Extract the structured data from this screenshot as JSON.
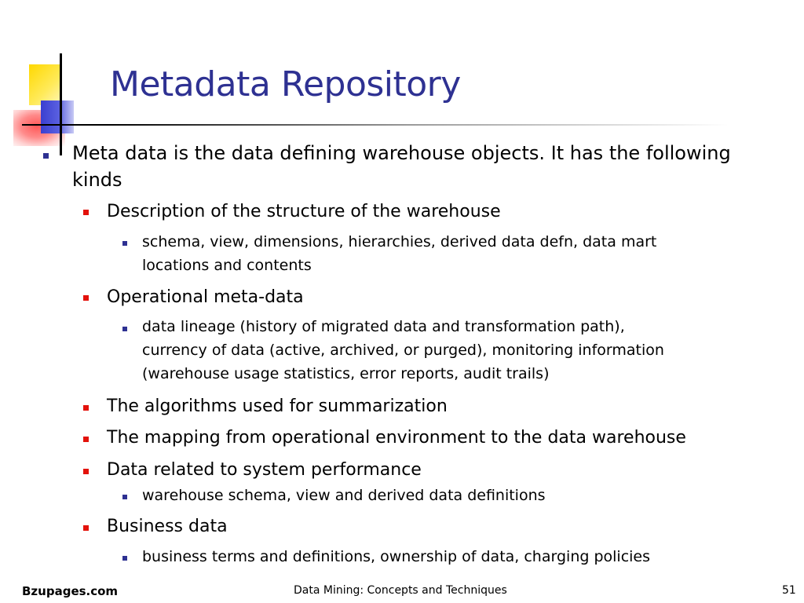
{
  "slide": {
    "title": "Metadata Repository",
    "bullets": {
      "b1": {
        "line1": "Meta data is the data defining warehouse objects.  It has the following",
        "line2": "kinds"
      },
      "s1": {
        "text": "Description of the structure of the warehouse",
        "sub": {
          "line1": "schema, view, dimensions, hierarchies, derived data defn, data mart",
          "line2": "locations and contents"
        }
      },
      "s2": {
        "text": "Operational meta-data",
        "sub": {
          "line1": "data lineage (history of migrated data and transformation path),",
          "line2": "currency of data (active, archived, or purged), monitoring information",
          "line3": "(warehouse usage statistics, error reports, audit trails)"
        }
      },
      "s3": {
        "text": "The algorithms used for summarization"
      },
      "s4": {
        "text": "The mapping from operational environment to the data warehouse"
      },
      "s5": {
        "text": "Data related to system performance",
        "sub": {
          "line1": "warehouse schema, view and derived data definitions"
        }
      },
      "s6": {
        "text": "Business data",
        "sub": {
          "line1": "business terms and definitions, ownership of data, charging policies"
        }
      }
    }
  },
  "footer": {
    "left": "Bzupages.com",
    "center": "Data Mining: Concepts and Techniques",
    "page_number": "51"
  },
  "colors": {
    "title": "#2e3192",
    "bullet_level1": "#2e3192",
    "bullet_level2": "#e3120b",
    "bullet_level3": "#2e3192"
  }
}
